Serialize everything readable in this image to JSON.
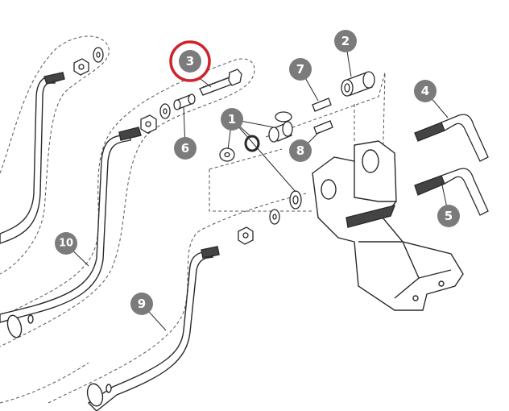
{
  "diagram": {
    "colors": {
      "callout_fill": "#7b7b7b",
      "highlight_ring": "#d0242b",
      "line": "#2a2a2a",
      "dashed": "#555555"
    },
    "highlighted_callout": "3",
    "callouts": [
      {
        "id": "c1",
        "label": "1"
      },
      {
        "id": "c2",
        "label": "2"
      },
      {
        "id": "c3",
        "label": "3"
      },
      {
        "id": "c4",
        "label": "4"
      },
      {
        "id": "c5",
        "label": "5"
      },
      {
        "id": "c6",
        "label": "6"
      },
      {
        "id": "c7",
        "label": "7"
      },
      {
        "id": "c8",
        "label": "8"
      },
      {
        "id": "c9",
        "label": "9"
      },
      {
        "id": "c10",
        "label": "10"
      }
    ]
  }
}
